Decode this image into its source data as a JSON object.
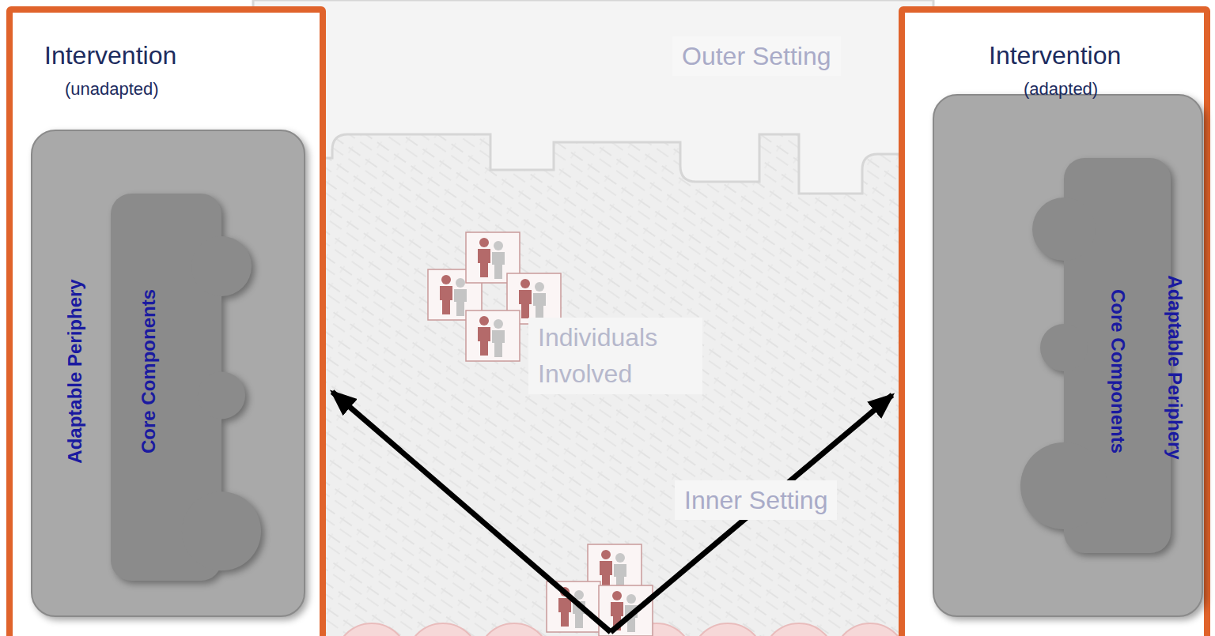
{
  "diagram": {
    "nodes": [
      {
        "text": [
          "Intervention",
          "(unadapted)"
        ]
      },
      {
        "text": [
          "Adaptable Periphery"
        ],
        "in": 0
      },
      {
        "text": [
          "Core Components"
        ],
        "in": 1
      },
      {
        "text": [
          "Intervention",
          "(adapted)"
        ]
      },
      {
        "text": [
          "Adaptable Periphery"
        ],
        "in": 3
      },
      {
        "text": [
          "Core Components"
        ],
        "in": 4
      }
    ],
    "labels": [
      "Outer Setting",
      "Individuals Involved",
      "Inner Setting"
    ]
  }
}
